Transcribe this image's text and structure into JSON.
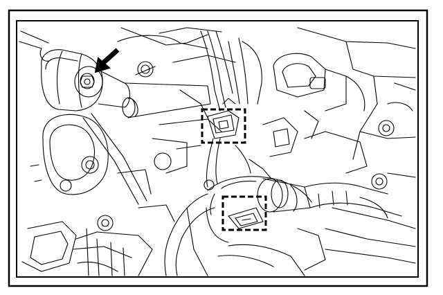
{
  "figure": {
    "description_visible_text": "",
    "callouts": [
      {
        "id": "arrow",
        "icon": "arrow-pointer-icon",
        "target": "nut"
      },
      {
        "id": "box-upper",
        "icon": "dashed-callout-box",
        "target": "connector-clip"
      },
      {
        "id": "box-lower",
        "icon": "dashed-callout-box",
        "target": "hose-clip"
      }
    ],
    "colors": {
      "line": "#000000",
      "background": "#ffffff",
      "frame": "#000000"
    }
  }
}
